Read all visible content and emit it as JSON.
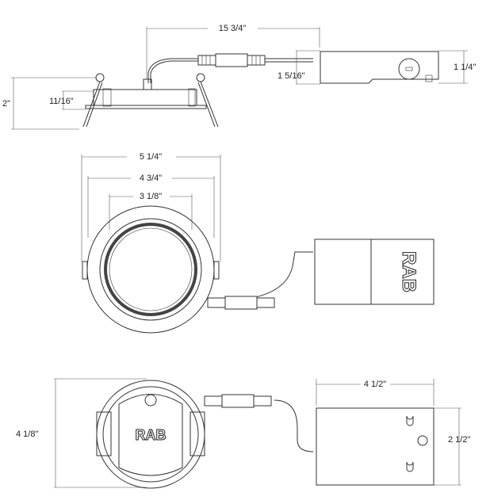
{
  "side_view": {
    "overall_length": "15 3/4\"",
    "driver_height": "1 1/4\"",
    "driver_inner_height": "1 5/16\"",
    "total_height": "2\"",
    "trim_height": "11/16\""
  },
  "top_view": {
    "trim_diameter": "5 1/4\"",
    "cutout_diameter": "4 3/4\"",
    "aperture_diameter": "3 1/8\"",
    "logo": "RAB"
  },
  "bottom_view": {
    "driver_length": "4 1/2\"",
    "housing_diameter": "4 1/8\"",
    "driver_width": "2 1/2\"",
    "logo": "RAB"
  }
}
